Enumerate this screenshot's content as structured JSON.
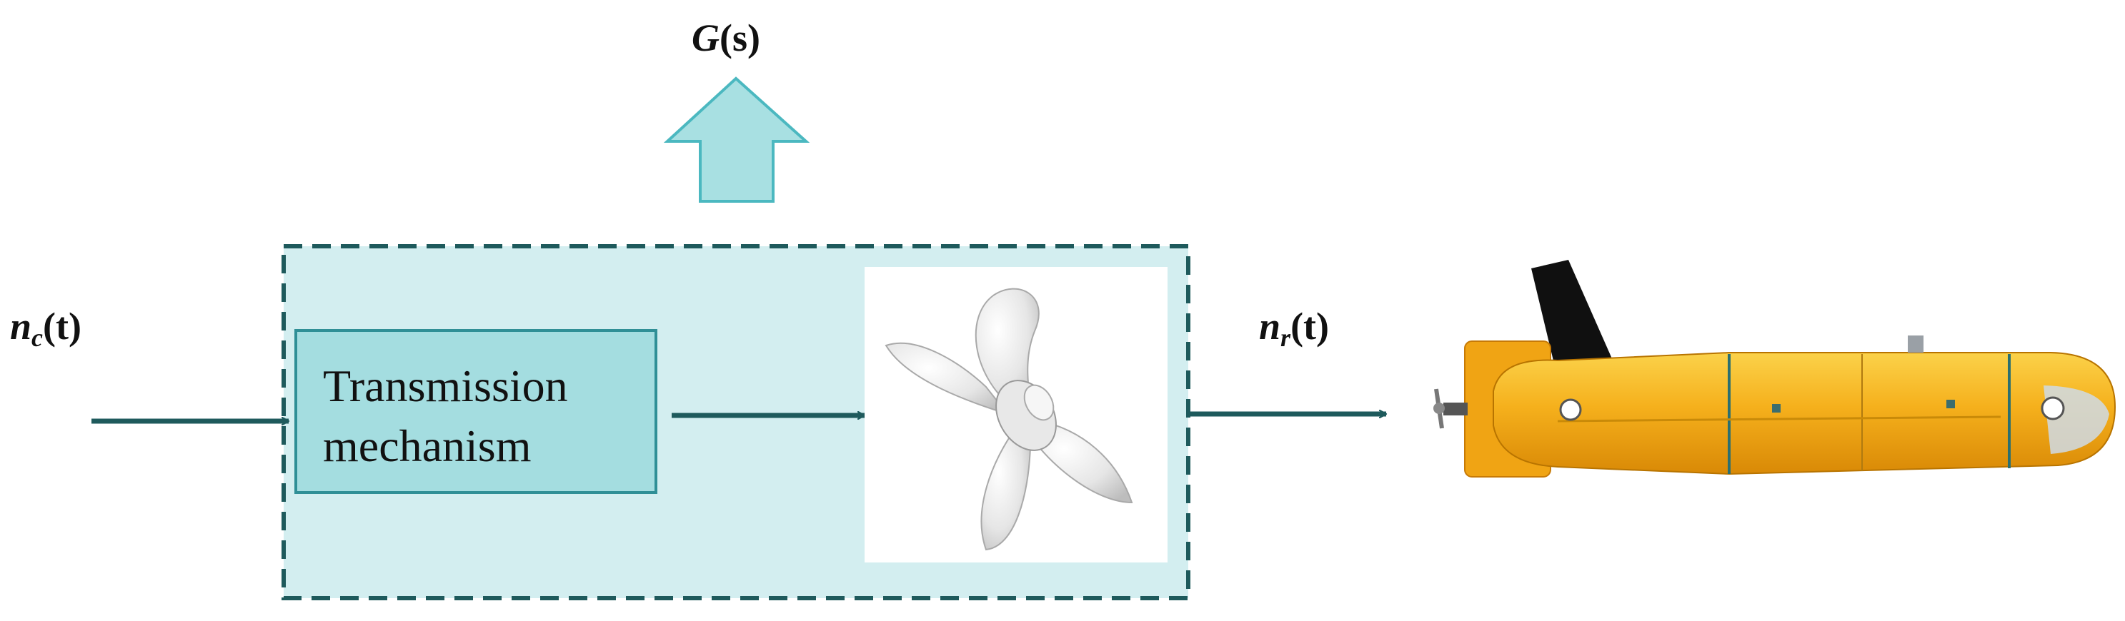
{
  "title": {
    "italic": "G",
    "rest": "(s)"
  },
  "input": {
    "base": "n",
    "sub": "c",
    "arg": "(t)"
  },
  "output": {
    "base": "n",
    "sub": "r",
    "arg": "(t)"
  },
  "block": {
    "line1": "Transmission",
    "line2": "mechanism"
  },
  "colors": {
    "arrow": "#1e5a5c",
    "dashed": "#1e5a5c",
    "region": "#d3eef0",
    "up_arrow": "#a8e0e2",
    "up_arrow_edge": "#4bb8c0",
    "hull": "#f2ac0f"
  },
  "icons": [
    "propeller-icon",
    "underwater-vehicle-icon",
    "up-arrow-icon"
  ]
}
